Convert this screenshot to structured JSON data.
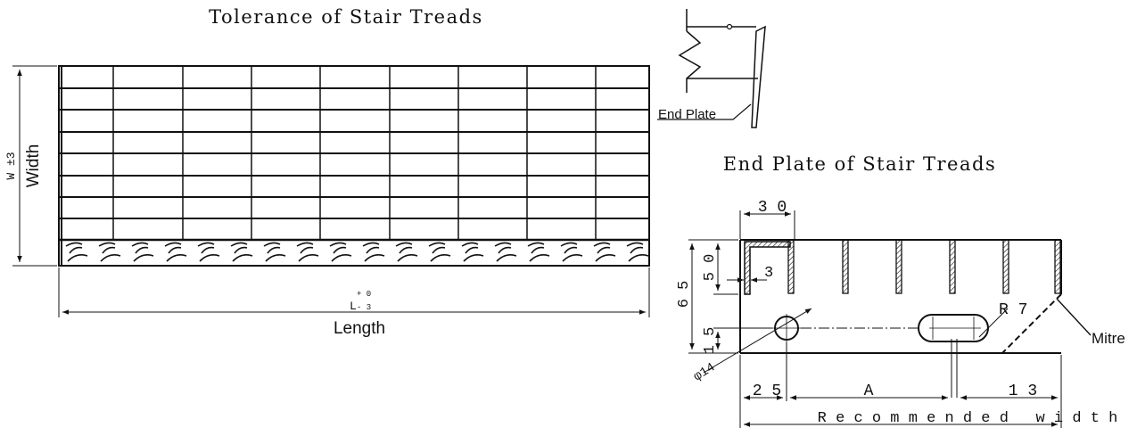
{
  "tread": {
    "title": "Tolerance of Stair Treads",
    "width_symbol": "W ±3",
    "width_label": "Width",
    "length_symbol": "L",
    "length_tol_plus": "+ 0",
    "length_tol_minus": "- 3",
    "length_label": "Length"
  },
  "detail": {
    "end_plate_label": "End Plate"
  },
  "end_plate": {
    "title": "End Plate of Stair Treads",
    "dim_30": "3 0",
    "dim_3": "3",
    "dim_50": "5 0",
    "dim_65": "6 5",
    "dim_15": "1 5",
    "radius": "R 7",
    "hole_dia": "φ14",
    "mitre_label": "Mitre",
    "dim_25": "2 5",
    "dim_A": "A",
    "dim_13": "1 3",
    "recommended_width": "R e c o m m e n d e d   w i d t h"
  },
  "colors": {
    "line": "#111111",
    "background": "#ffffff"
  }
}
